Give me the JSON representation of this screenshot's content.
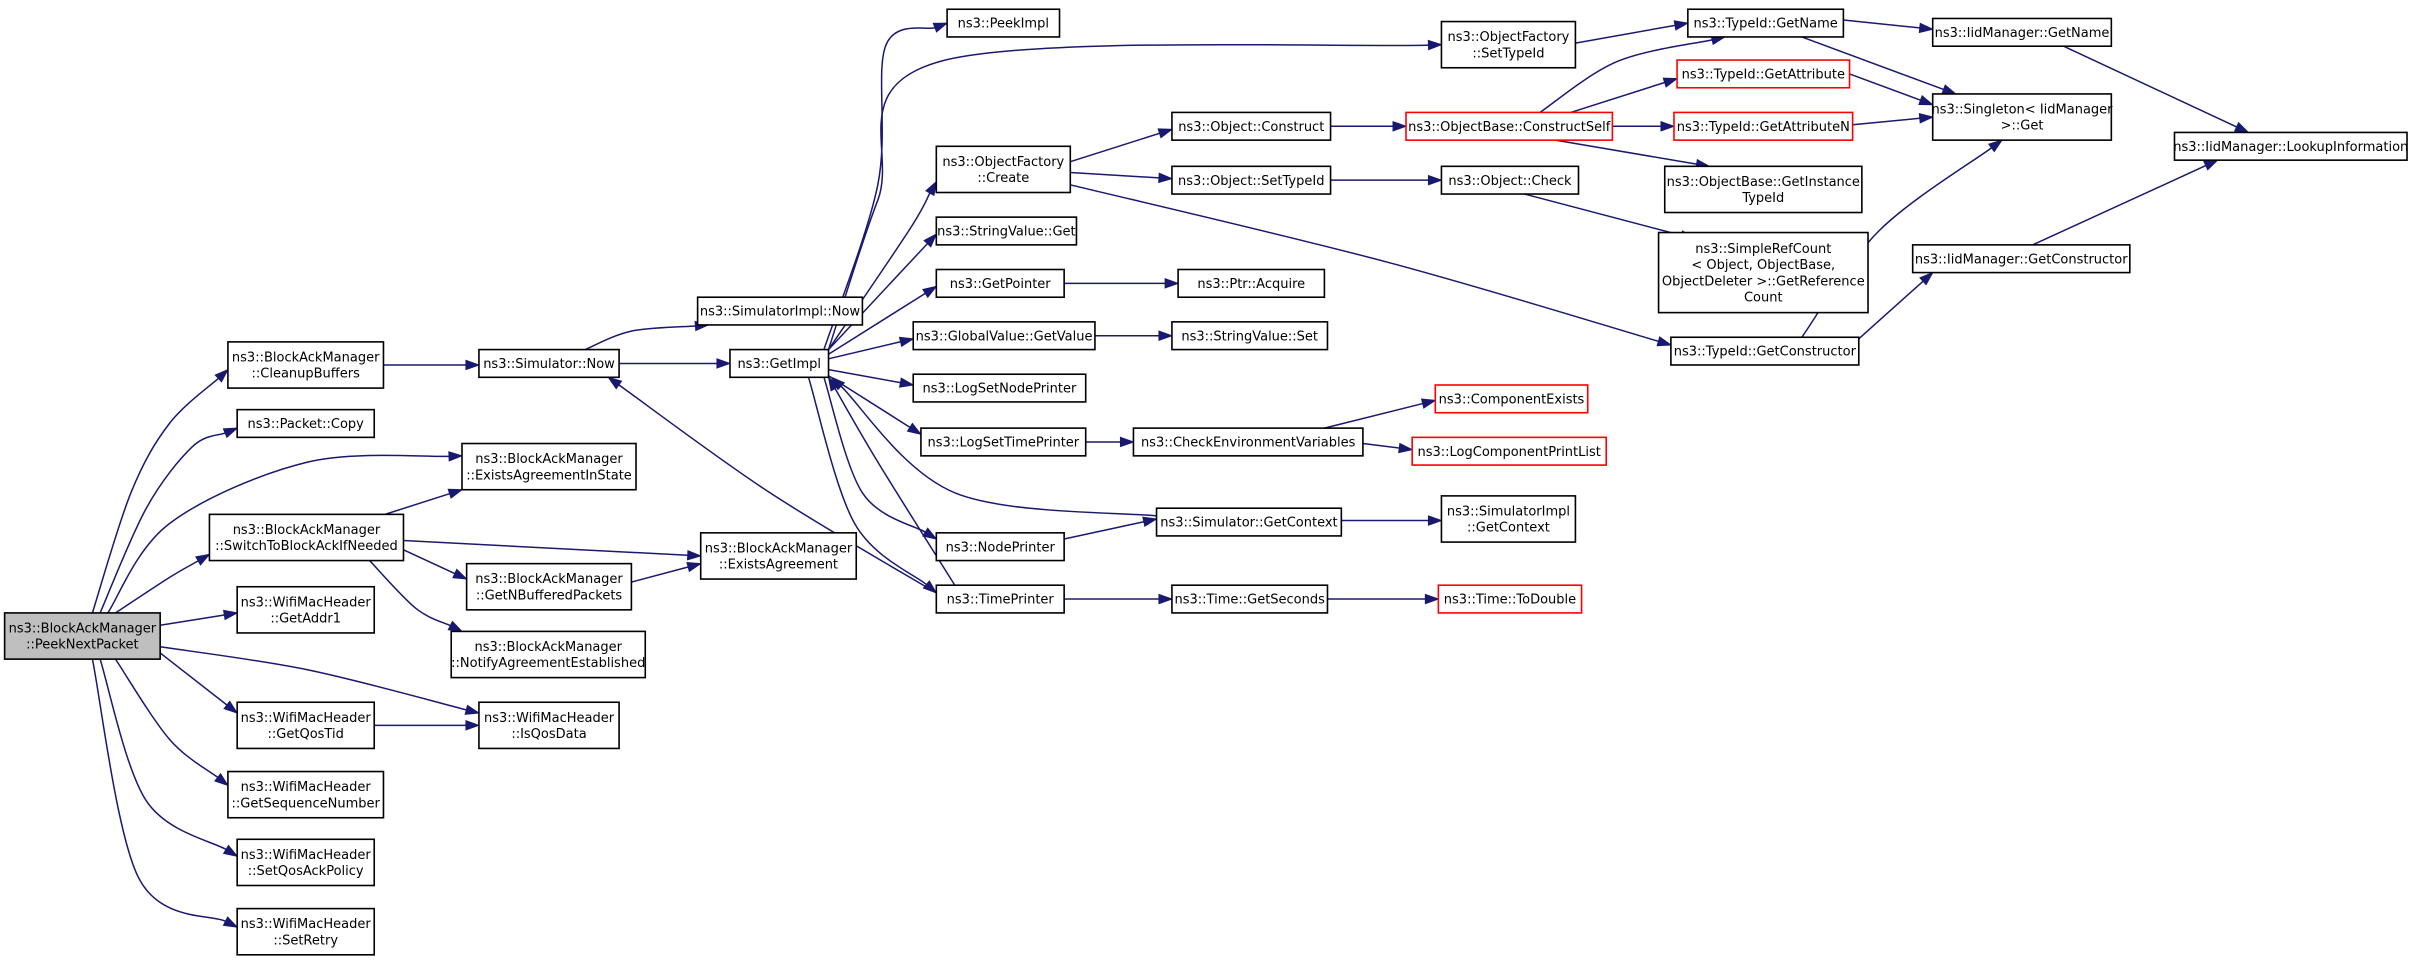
{
  "colors": {
    "edge": "#191970",
    "box_border": "#000000",
    "highlight_border": "#ff0000",
    "root_fill": "#bfbfbf",
    "box_fill": "#ffffff"
  },
  "nodes": [
    {
      "id": "root",
      "lines": [
        "ns3::BlockAckManager",
        "::PeekNextPacket"
      ],
      "kind": "root"
    },
    {
      "id": "cleanupbuffers",
      "lines": [
        "ns3::BlockAckManager",
        "::CleanupBuffers"
      ],
      "kind": "normal"
    },
    {
      "id": "packetcopy",
      "lines": [
        "ns3::Packet::Copy"
      ],
      "kind": "normal"
    },
    {
      "id": "switchtoblockack",
      "lines": [
        "ns3::BlockAckManager",
        "::SwitchToBlockAckIfNeeded"
      ],
      "kind": "normal"
    },
    {
      "id": "getaddr1",
      "lines": [
        "ns3::WifiMacHeader",
        "::GetAddr1"
      ],
      "kind": "normal"
    },
    {
      "id": "getqostid",
      "lines": [
        "ns3::WifiMacHeader",
        "::GetQosTid"
      ],
      "kind": "normal"
    },
    {
      "id": "getsequencenumber",
      "lines": [
        "ns3::WifiMacHeader",
        "::GetSequenceNumber"
      ],
      "kind": "normal"
    },
    {
      "id": "setqosackpolicy",
      "lines": [
        "ns3::WifiMacHeader",
        "::SetQosAckPolicy"
      ],
      "kind": "normal"
    },
    {
      "id": "setretry",
      "lines": [
        "ns3::WifiMacHeader",
        "::SetRetry"
      ],
      "kind": "normal"
    },
    {
      "id": "existsagreementinstate",
      "lines": [
        "ns3::BlockAckManager",
        "::ExistsAgreementInState"
      ],
      "kind": "normal"
    },
    {
      "id": "simulatornow",
      "lines": [
        "ns3::Simulator::Now"
      ],
      "kind": "normal"
    },
    {
      "id": "getnbufferedpackets",
      "lines": [
        "ns3::BlockAckManager",
        "::GetNBufferedPackets"
      ],
      "kind": "normal"
    },
    {
      "id": "notifyagreementestablished",
      "lines": [
        "ns3::BlockAckManager",
        "::NotifyAgreementEstablished"
      ],
      "kind": "normal"
    },
    {
      "id": "isqosdata",
      "lines": [
        "ns3::WifiMacHeader",
        "::IsQosData"
      ],
      "kind": "normal"
    },
    {
      "id": "simulatorimplnow",
      "lines": [
        "ns3::SimulatorImpl::Now"
      ],
      "kind": "normal"
    },
    {
      "id": "getimpl",
      "lines": [
        "ns3::GetImpl"
      ],
      "kind": "normal"
    },
    {
      "id": "existsagreement",
      "lines": [
        "ns3::BlockAckManager",
        "::ExistsAgreement"
      ],
      "kind": "normal"
    },
    {
      "id": "peekimpl",
      "lines": [
        "ns3::PeekImpl"
      ],
      "kind": "normal"
    },
    {
      "id": "objectfactorycreate",
      "lines": [
        "ns3::ObjectFactory",
        "::Create"
      ],
      "kind": "normal"
    },
    {
      "id": "stringvalueget",
      "lines": [
        "ns3::StringValue::Get"
      ],
      "kind": "normal"
    },
    {
      "id": "getpointer",
      "lines": [
        "ns3::GetPointer"
      ],
      "kind": "normal"
    },
    {
      "id": "globalvaluegetvalue",
      "lines": [
        "ns3::GlobalValue::GetValue"
      ],
      "kind": "normal"
    },
    {
      "id": "logsetnodeprinter",
      "lines": [
        "ns3::LogSetNodePrinter"
      ],
      "kind": "normal"
    },
    {
      "id": "logsettimeprinter",
      "lines": [
        "ns3::LogSetTimePrinter"
      ],
      "kind": "normal"
    },
    {
      "id": "nodeprinter",
      "lines": [
        "ns3::NodePrinter"
      ],
      "kind": "normal"
    },
    {
      "id": "timeprinter",
      "lines": [
        "ns3::TimePrinter"
      ],
      "kind": "normal"
    },
    {
      "id": "objectconstruct",
      "lines": [
        "ns3::Object::Construct"
      ],
      "kind": "normal"
    },
    {
      "id": "objectsettypeid",
      "lines": [
        "ns3::Object::SetTypeId"
      ],
      "kind": "normal"
    },
    {
      "id": "ptracquire",
      "lines": [
        "ns3::Ptr::Acquire"
      ],
      "kind": "normal"
    },
    {
      "id": "stringvalueset",
      "lines": [
        "ns3::StringValue::Set"
      ],
      "kind": "normal"
    },
    {
      "id": "checkenvironmentvariables",
      "lines": [
        "ns3::CheckEnvironmentVariables"
      ],
      "kind": "normal"
    },
    {
      "id": "simulatorgetcontext",
      "lines": [
        "ns3::Simulator::GetContext"
      ],
      "kind": "normal"
    },
    {
      "id": "timegetseconds",
      "lines": [
        "ns3::Time::GetSeconds"
      ],
      "kind": "normal"
    },
    {
      "id": "objectfactorysettypeid",
      "lines": [
        "ns3::ObjectFactory",
        "::SetTypeId"
      ],
      "kind": "normal"
    },
    {
      "id": "constructself",
      "lines": [
        "ns3::ObjectBase::ConstructSelf"
      ],
      "kind": "highlight"
    },
    {
      "id": "objectcheck",
      "lines": [
        "ns3::Object::Check"
      ],
      "kind": "normal"
    },
    {
      "id": "componentexists",
      "lines": [
        "ns3::ComponentExists"
      ],
      "kind": "highlight"
    },
    {
      "id": "logcomponentprintlist",
      "lines": [
        "ns3::LogComponentPrintList"
      ],
      "kind": "highlight"
    },
    {
      "id": "simulatorimplgetcontext",
      "lines": [
        "ns3::SimulatorImpl",
        "::GetContext"
      ],
      "kind": "normal"
    },
    {
      "id": "timetodouble",
      "lines": [
        "ns3::Time::ToDouble"
      ],
      "kind": "highlight"
    },
    {
      "id": "typeidgetname",
      "lines": [
        "ns3::TypeId::GetName"
      ],
      "kind": "normal"
    },
    {
      "id": "typeidgetattribute",
      "lines": [
        "ns3::TypeId::GetAttribute"
      ],
      "kind": "highlight"
    },
    {
      "id": "typeidgetattributen",
      "lines": [
        "ns3::TypeId::GetAttributeN"
      ],
      "kind": "highlight"
    },
    {
      "id": "getinstancetypeid",
      "lines": [
        "ns3::ObjectBase::GetInstance",
        "TypeId"
      ],
      "kind": "normal"
    },
    {
      "id": "simplerefcount",
      "lines": [
        "ns3::SimpleRefCount",
        "< Object, ObjectBase,",
        "ObjectDeleter >::GetReference",
        "Count"
      ],
      "kind": "normal"
    },
    {
      "id": "typeidgetconstructor",
      "lines": [
        "ns3::TypeId::GetConstructor"
      ],
      "kind": "normal"
    },
    {
      "id": "iidmanagergetname",
      "lines": [
        "ns3::IidManager::GetName"
      ],
      "kind": "normal"
    },
    {
      "id": "singletonget",
      "lines": [
        "ns3::Singleton< IidManager",
        " >::Get"
      ],
      "kind": "normal"
    },
    {
      "id": "iidmanagergetconstructor",
      "lines": [
        "ns3::IidManager::GetConstructor"
      ],
      "kind": "normal"
    },
    {
      "id": "lookupinformation",
      "lines": [
        "ns3::IidManager::LookupInformation"
      ],
      "kind": "normal"
    }
  ]
}
